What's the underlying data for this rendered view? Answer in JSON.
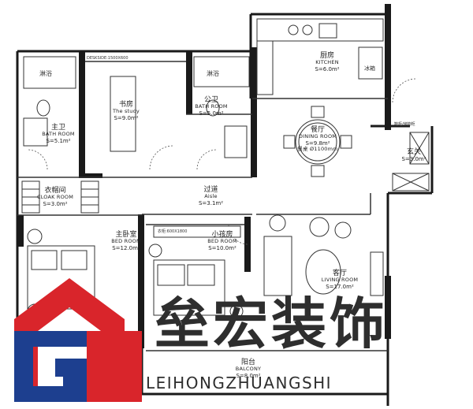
{
  "rooms": {
    "kitchen": {
      "cn": "厨房",
      "en": "KITCHEN",
      "area": "S=6.0m²"
    },
    "study": {
      "cn": "书房",
      "en": "The study",
      "area": "S=9.0m²"
    },
    "pub_bath": {
      "cn": "公卫",
      "en": "BATH ROOM",
      "area": "S=5.0m²"
    },
    "master_bath": {
      "cn": "主卫",
      "en": "BATH ROOM",
      "area": "S=5.1m²"
    },
    "dining": {
      "cn": "餐厅",
      "en": "DINING ROOM",
      "area": "S=9.8m²",
      "note": "餐桌 Ø1100mm"
    },
    "entry": {
      "cn": "玄关",
      "area": "S=3.0m²"
    },
    "cloak": {
      "cn": "衣帽间",
      "en": "CLOAK ROOM",
      "area": "S=3.0m²"
    },
    "aisle": {
      "cn": "过道",
      "en": "Aisle",
      "area": "S=3.1m²"
    },
    "master_bed": {
      "cn": "主卧室",
      "en": "BED ROOM",
      "area": "S=12.0m²"
    },
    "kid_bed": {
      "cn": "小孩房",
      "en": "BED ROOM",
      "area": "S=10.0m²"
    },
    "living": {
      "cn": "客厅",
      "en": "LIVING ROOM",
      "area": "S=17.0m²"
    },
    "balcony": {
      "cn": "阳台",
      "en": "BALCONY",
      "area": "S=8.0m²"
    }
  },
  "small_labels": {
    "shower_left": "淋浴",
    "shower_mid": "淋浴",
    "kitchen_sink": "冰箱",
    "desk": "DESKSIDE:1500X600",
    "wardrobe": "衣柜:600X1800",
    "shoe_cabinet": "鞋柜/储物柜"
  },
  "brand": {
    "title": "垒宏装饰",
    "subtitle": "LEIHONGZHUANGSHI"
  },
  "colors": {
    "logo_red": "#d9252b",
    "logo_blue": "#1d3f8f",
    "wall": "#1a1a1a",
    "text": "#2e2e2e"
  }
}
